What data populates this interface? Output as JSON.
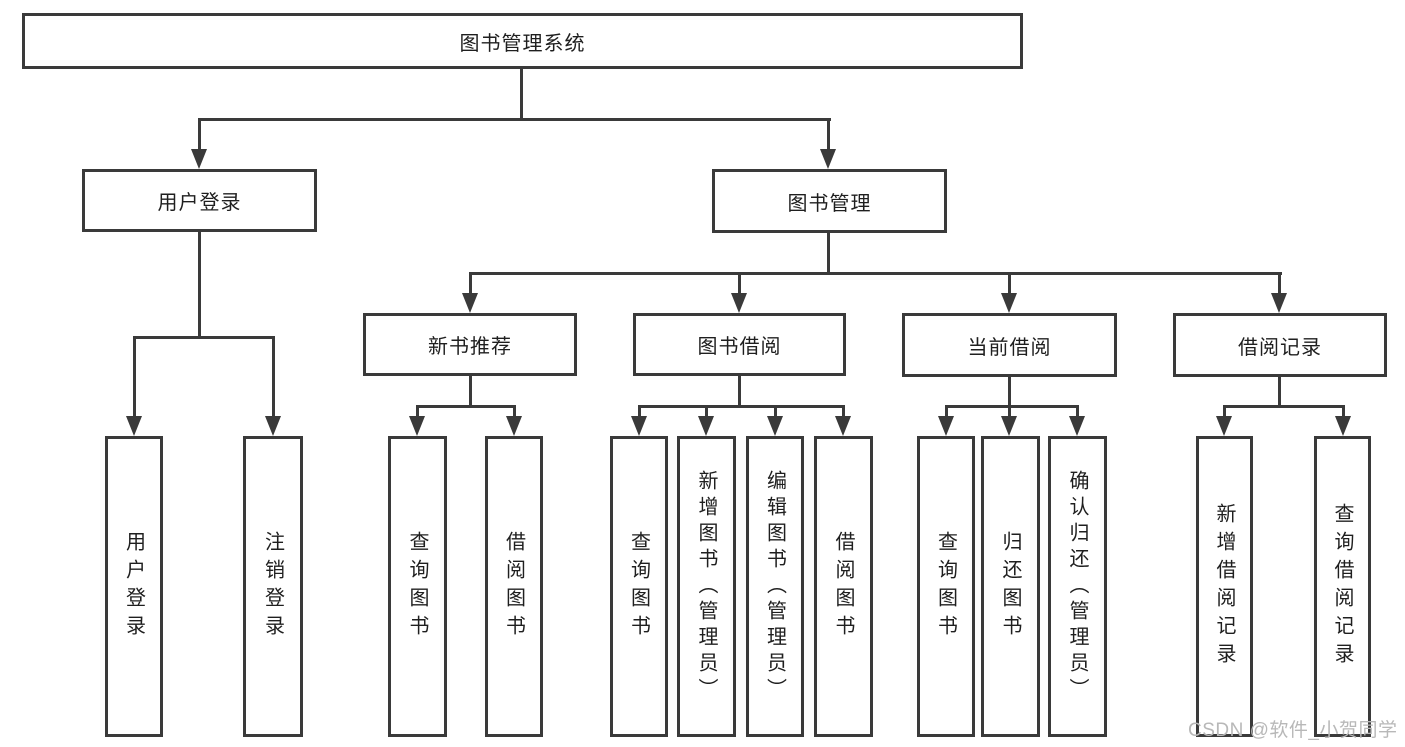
{
  "diagram_type": "hierarchy-tree",
  "tree": {
    "root": "图书管理系统",
    "user_login": {
      "label": "用户登录",
      "children": [
        "用户登录",
        "注销登录"
      ]
    },
    "book_mgmt": {
      "label": "图书管理"
    },
    "new_book": {
      "label": "新书推荐",
      "children": [
        "查询图书",
        "借阅图书"
      ]
    },
    "book_borrow": {
      "label": "图书借阅",
      "children": [
        "查询图书",
        "新增图书（管理员）",
        "编辑图书（管理员）",
        "借阅图书"
      ]
    },
    "current_borrow": {
      "label": "当前借阅",
      "children": [
        "查询图书",
        "归还图书",
        "确认归还（管理员）"
      ]
    },
    "borrow_records": {
      "label": "借阅记录",
      "children": [
        "新增借阅记录",
        "查询借阅记录"
      ]
    }
  },
  "watermark": {
    "text": "CSDN @软件_小贺同学"
  },
  "colors": {
    "line": "#3a3a3a",
    "text": "#1f1f1f",
    "watermark": "#b8b8b8",
    "background": "#ffffff"
  }
}
